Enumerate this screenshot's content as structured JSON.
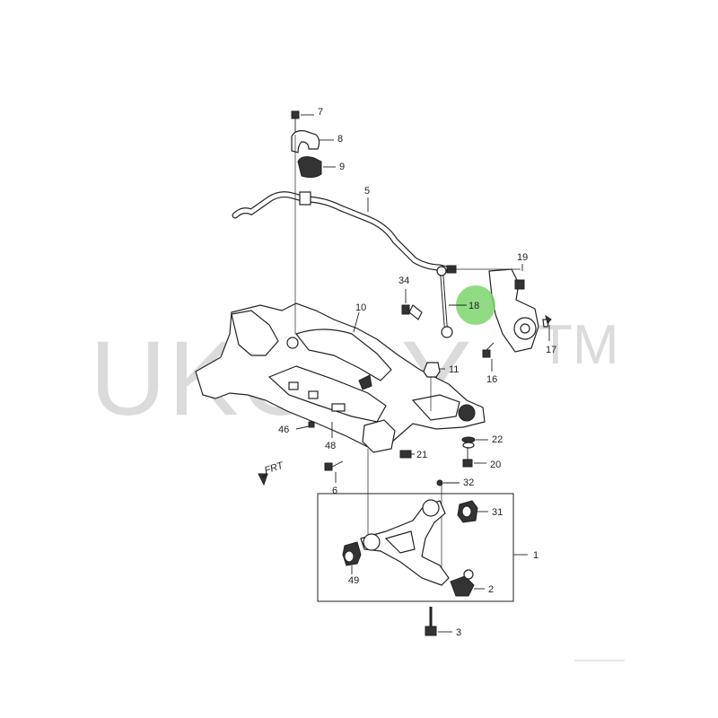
{
  "diagram": {
    "watermark": "UKORY",
    "trademark": "TM",
    "direction_label": "FRT",
    "highlight_color": "#7ed36f",
    "callouts": [
      "7",
      "8",
      "9",
      "5",
      "19",
      "34",
      "18",
      "10",
      "17",
      "11",
      "16",
      "22",
      "46",
      "48",
      "21",
      "20",
      "6",
      "32",
      "31",
      "1",
      "49",
      "2",
      "3"
    ]
  }
}
